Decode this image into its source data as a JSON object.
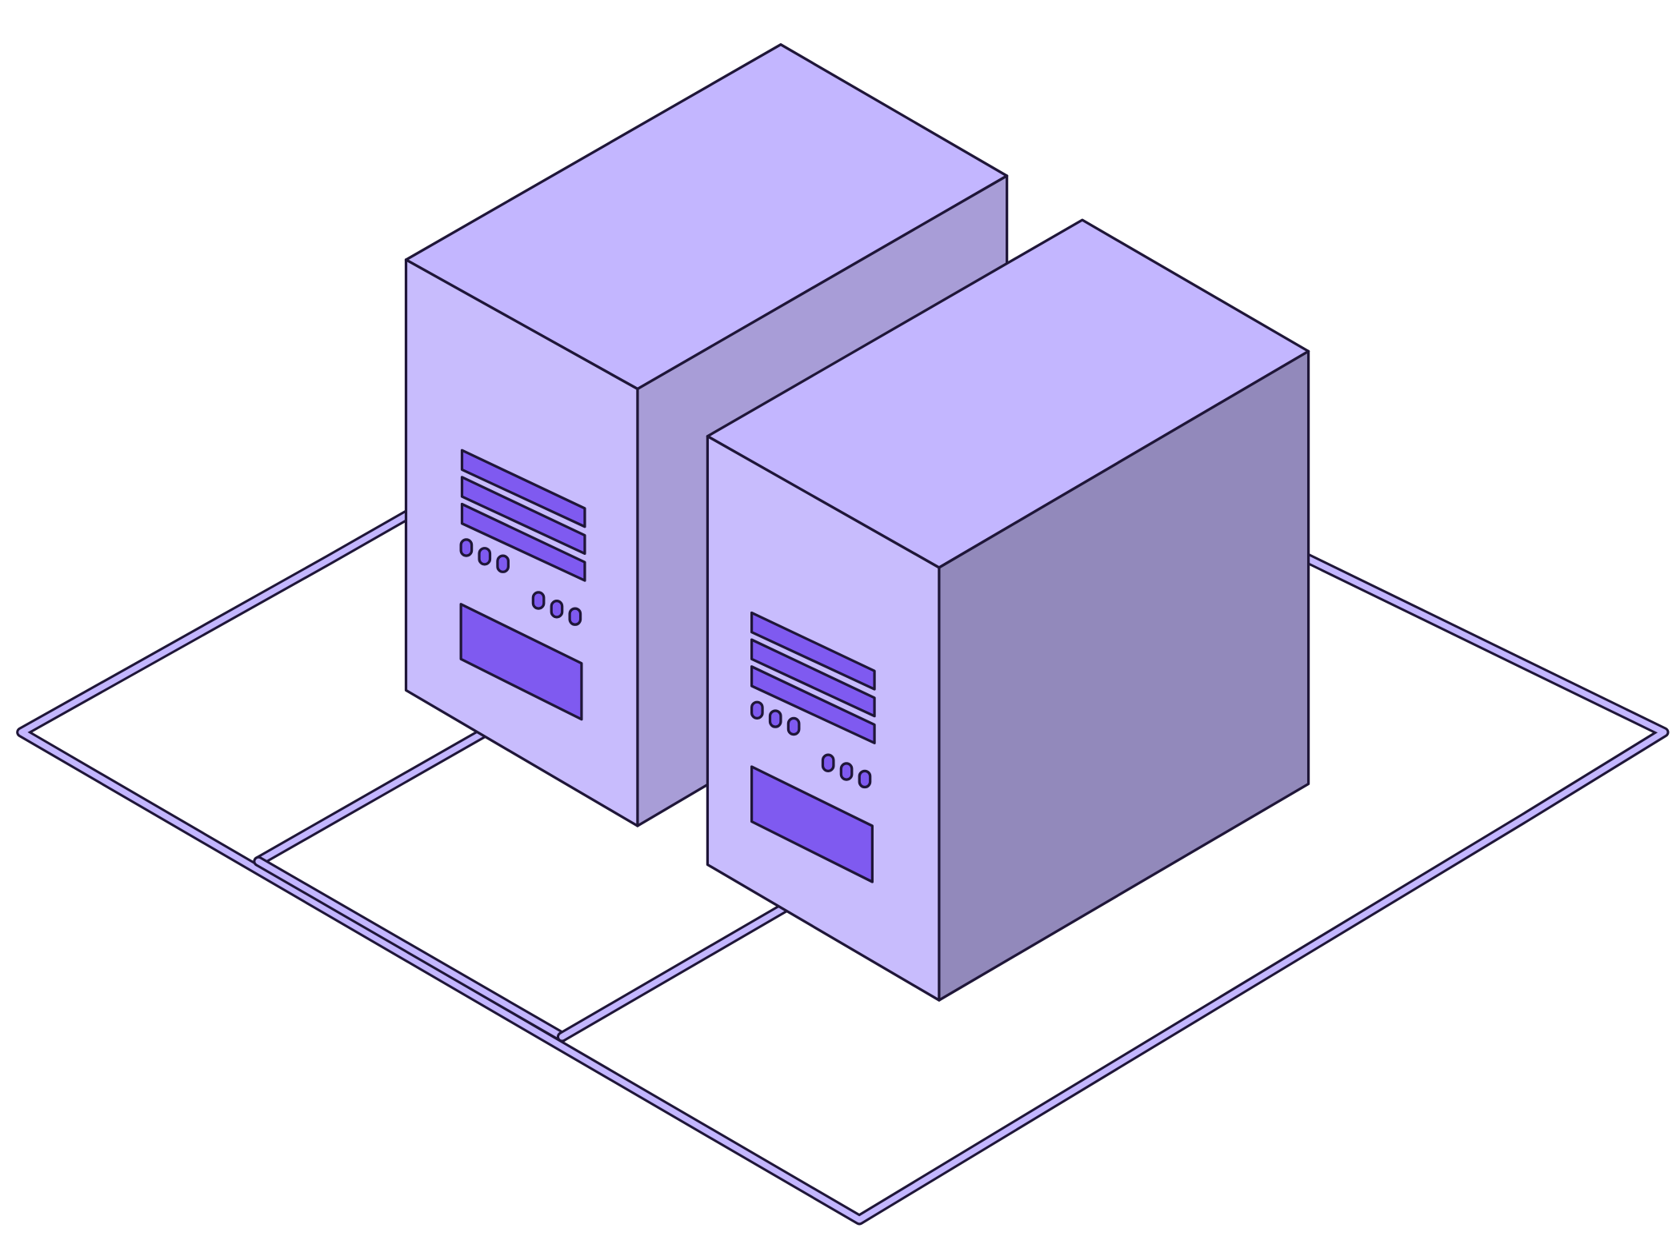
{
  "illustration": {
    "subject": "two-server-towers-on-isometric-floor-grid",
    "colors": {
      "background": "#ffffff",
      "floor_line": "#c3b6ff",
      "outline": "#1f1638",
      "tower_top": "#c3b6ff",
      "tower_front": "#c8bcfd",
      "tower_side_back": "#a89dd7",
      "tower_side_front": "#9289bb",
      "panel_accent": "#7f5af0"
    },
    "towers": [
      {
        "name": "back-server-tower",
        "vent_slots": 3,
        "indicator_lights": 6,
        "drive_bays": 1
      },
      {
        "name": "front-server-tower",
        "vent_slots": 3,
        "indicator_lights": 6,
        "drive_bays": 1
      }
    ]
  }
}
